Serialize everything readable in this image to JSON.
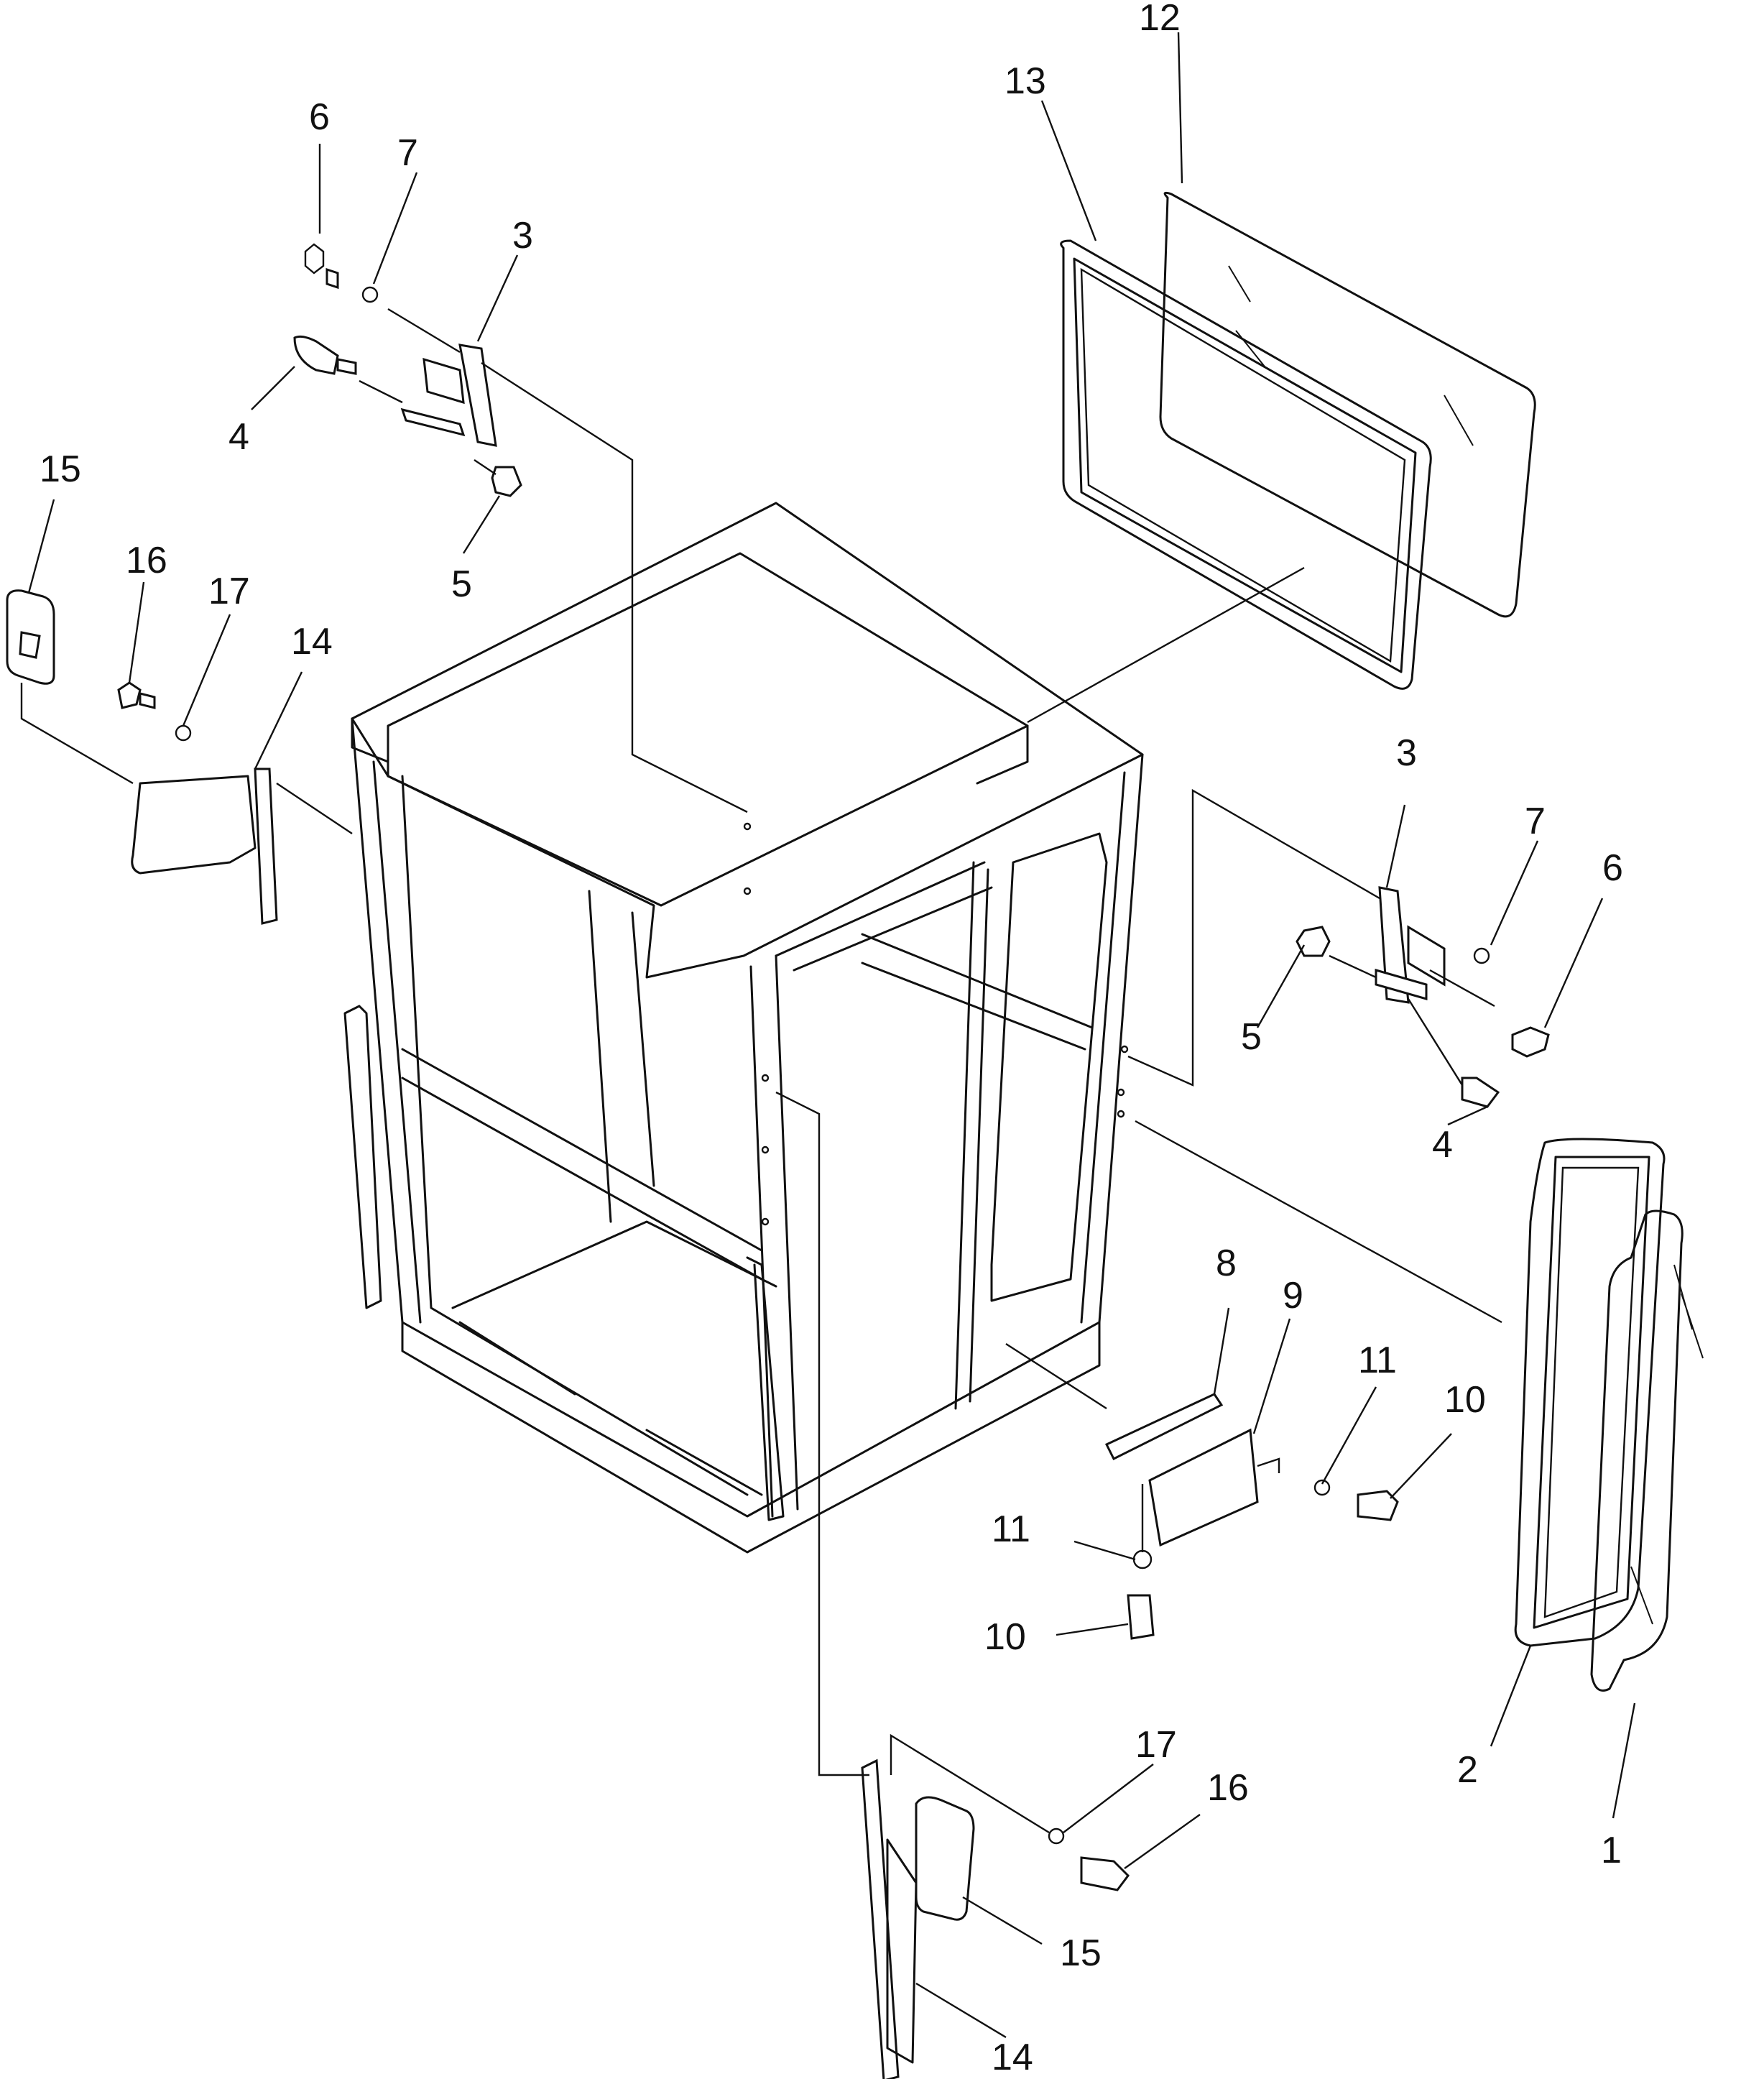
{
  "labels": {
    "p1": "1",
    "p2": "2",
    "p3_top": "3",
    "p3_right": "3",
    "p4_top": "4",
    "p4_right": "4",
    "p5_top": "5",
    "p5_right": "5",
    "p6_top": "6",
    "p6_right": "6",
    "p7_top": "7",
    "p7_right": "7",
    "p8": "8",
    "p9": "9",
    "p10_right": "10",
    "p10_lower": "10",
    "p11_right": "11",
    "p11_lower": "11",
    "p12": "12",
    "p13": "13",
    "p14_left": "14",
    "p14_bottom": "14",
    "p15_left": "15",
    "p15_bottom": "15",
    "p16_left": "16",
    "p16_bottom": "16",
    "p17_left": "17",
    "p17_bottom": "17"
  }
}
